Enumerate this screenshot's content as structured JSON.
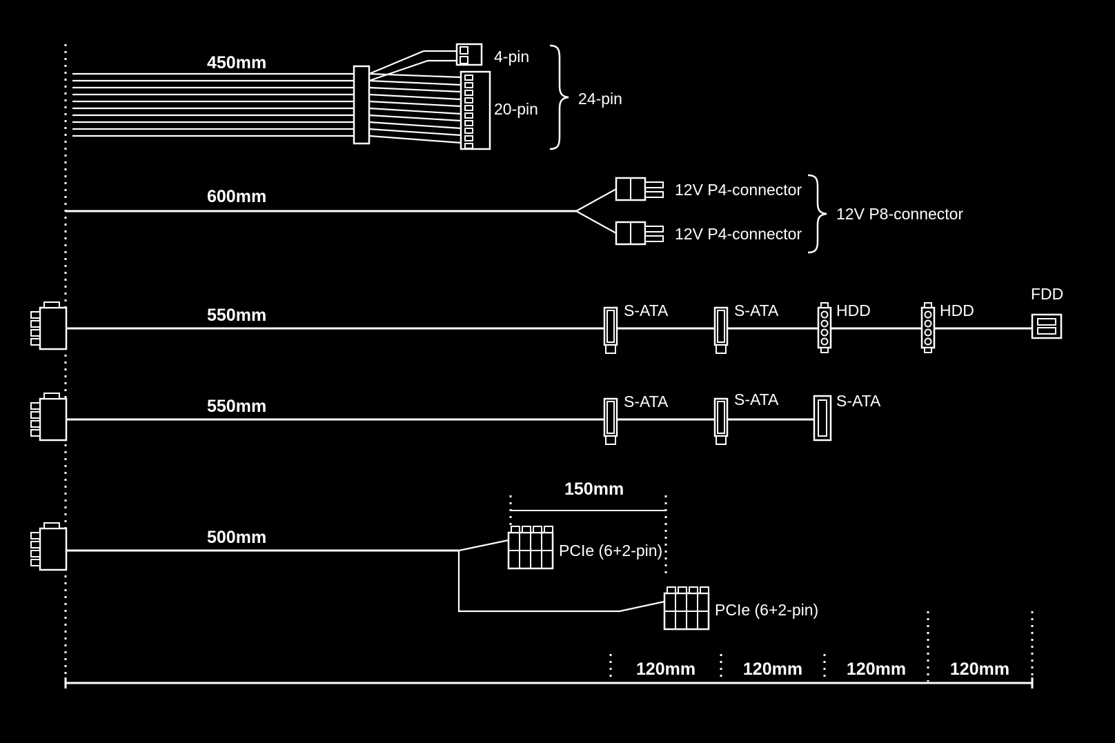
{
  "diagram": {
    "background_color": "#000000",
    "line_color": "#ffffff",
    "cables": [
      {
        "length": "450mm",
        "connectors": [
          "4-pin",
          "20-pin"
        ],
        "group_label": "24-pin"
      },
      {
        "length": "600mm",
        "connectors": [
          "12V P4-connector",
          "12V P4-connector"
        ],
        "group_label": "12V P8-connector"
      },
      {
        "length": "550mm",
        "connectors": [
          "S-ATA",
          "S-ATA",
          "HDD",
          "HDD",
          "FDD"
        ]
      },
      {
        "length": "550mm",
        "connectors": [
          "S-ATA",
          "S-ATA",
          "S-ATA"
        ]
      },
      {
        "length": "500mm",
        "branch_spacing": "150mm",
        "connectors": [
          "PCIe (6+2-pin)",
          "PCIe (6+2-pin)"
        ]
      }
    ],
    "connector_spacings": [
      "120mm",
      "120mm",
      "120mm",
      "120mm"
    ]
  }
}
